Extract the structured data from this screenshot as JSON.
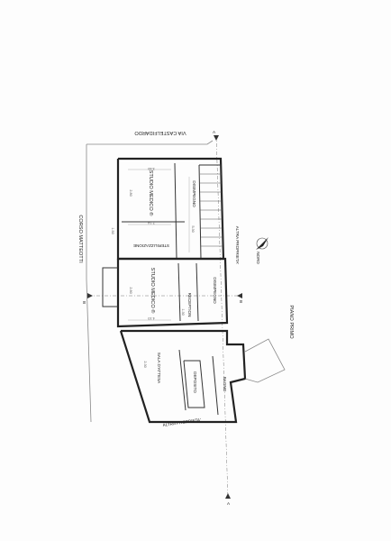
{
  "streets": {
    "via_castelfidardo": "VIA CASTELFIDARDO",
    "corso_matteotti": "CORSO MATTEOTTI"
  },
  "rooms": {
    "studio_medico_b": "STUDIO MEDICO ®",
    "studio_medico_a": "STUDIO MEDICO ®",
    "disimpegno_top": "DISIMPEGNO",
    "disimpegno_bottom": "DISIMPEGNO",
    "sterilizzazione": "STERILIZZAZIONE",
    "reception": "RECEPTION",
    "sala_d_attesa": "SALA D'ATTESA",
    "deposito": "DEPOSITO",
    "bagno": "BAGNO"
  },
  "neighbors": {
    "altra_proprieta_right": "ALTRA PROPRIETA'",
    "altra_proprieta_bottom": "ALTRA PROPRIETA'"
  },
  "section_marks": {
    "a_top": "A",
    "a_bottom": "A",
    "b_left": "B",
    "b_right": "B"
  },
  "compass": {
    "label": "NORD"
  },
  "sheet_title": "PIANO PRIMO",
  "dimensions": {
    "d1": "3.60",
    "d2": "2.14",
    "d3": "2.80",
    "d4": "5.30",
    "d5": "1.50",
    "d6": "2.80",
    "d7": "1.30",
    "d8": "4.10",
    "d9": "2.30"
  }
}
